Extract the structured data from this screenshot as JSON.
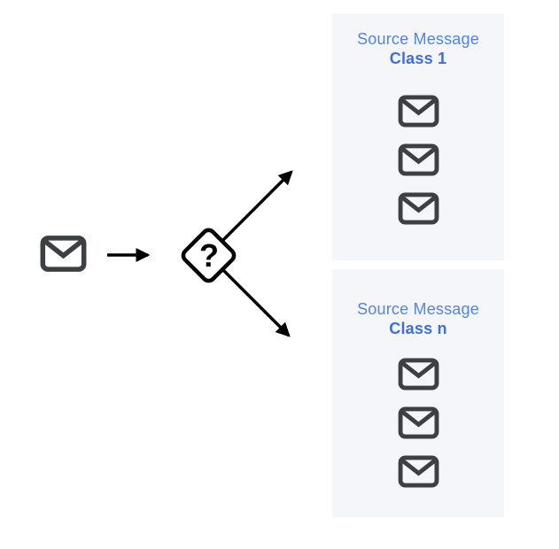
{
  "diagram": {
    "input": {
      "icon": "email-icon"
    },
    "decision": {
      "shape": "diamond",
      "label": "?"
    },
    "arrows": [
      {
        "name": "input-to-decision",
        "direction": "right"
      },
      {
        "name": "decision-to-class-1",
        "direction": "up-right"
      },
      {
        "name": "decision-to-class-n",
        "direction": "down-right"
      }
    ]
  },
  "panels": [
    {
      "title": "Source Message",
      "class_label": "Class 1",
      "message_icon": "email-icon",
      "message_icon_count": 3
    },
    {
      "title": "Source Message",
      "class_label": "Class n",
      "message_icon": "email-icon",
      "message_icon_count": 3
    }
  ],
  "colors": {
    "background": "#ffffff",
    "panel_background": "#f4f6f9",
    "title_blue": "#5383ec",
    "class_label_blue": "#3f6fdd",
    "envelope_gray": "#3c4043",
    "flow_black": "#000000"
  }
}
